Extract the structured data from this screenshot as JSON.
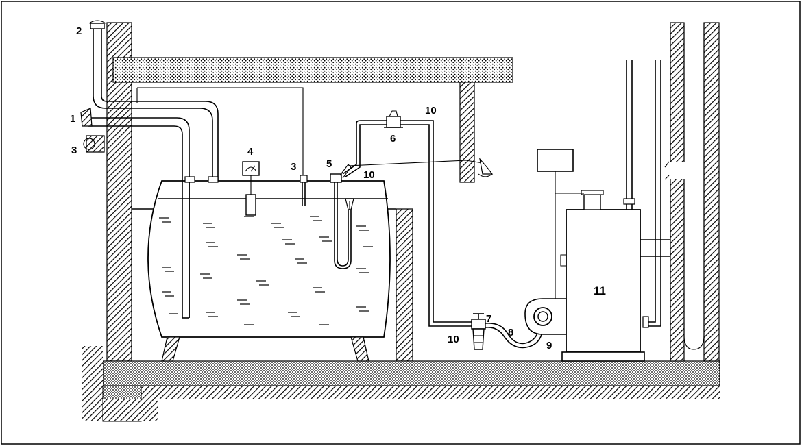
{
  "labels": {
    "vent_cap": "2",
    "fill_cap": "1",
    "left_valve": "3",
    "gauge": "4",
    "dip_tube": "3",
    "shutoff_valve": "5",
    "shutoff_line": "10",
    "pump_unit": "6",
    "upper_line": "10",
    "filter": "7",
    "lower_line": "10",
    "hose": "8",
    "burner": "9",
    "boiler": "11"
  },
  "colors": {
    "line": "#000000",
    "background": "#ffffff"
  }
}
